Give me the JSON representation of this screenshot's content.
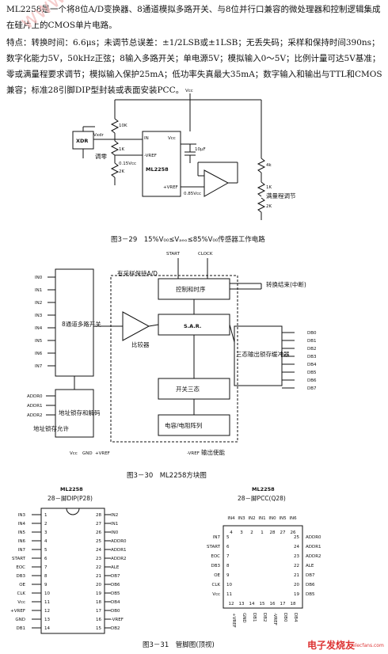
{
  "text": {
    "p1": "ML2258是一个将8位A/D变换器、8通道模拟多路开关、与8位并行口兼容的微处理器和控制逻辑集成在硅片上的CMOS单片电路。",
    "p2": "特点：转换时间：6.6μs；未调节总误差：±1/2LSB或±1LSB；无丢失码；采样和保持时间390ns；数字化能力5V，50kHz正弦；8输入多路开关；单电源5V；模拟输入0～5V；比例计量可达5V基准；零或满量程要求调节；模拟输入保护25mA；低功率失真最大35mA；数字输入和输出与TTL和CMOS兼容；标准28引脚DIP型封装或表面安装PCC。"
  },
  "fig29": {
    "caption": "图3－29　15%V₀₀≤Vₐₑₒ≤85%V₀₀传感器工作电路",
    "vcc": "Vcc",
    "xdr": "XDR",
    "vxdr": "Vxdr",
    "in": "IN",
    "vref_pos": "+VREF",
    "vref_neg": "-VREF",
    "vcc_pin": "Vcc",
    "chip": "ML2258",
    "r10k": "10K",
    "r1k": "1K",
    "r2k": "2K",
    "r4k": "4k",
    "r1k_b": "1K",
    "r2k_b": "2K",
    "zero_adj": "调零",
    "cap": "10μF",
    "v015": "0.15Vcc",
    "v085": "0.85Vcc",
    "full_adj": "满量程调节"
  },
  "fig30": {
    "caption": "图3－30　ML2258方块图",
    "inputs": [
      "IN0",
      "IN1",
      "IN2",
      "IN3",
      "IN4",
      "IN5",
      "IN6",
      "IN7"
    ],
    "addr": [
      "ADDR0",
      "ADDR1",
      "ADDR2"
    ],
    "addr_enable": "地址锁存允许",
    "mux": "8通道多路开关",
    "latch": "地址锁存和解码",
    "sh": "有采样保持A/D",
    "start": "START",
    "clock": "CLOCK",
    "control": "控制和时序",
    "eoc": "转换结束(中断)",
    "comparator": "比较器",
    "sar": "S.A.R.",
    "tristate": "三态输出锁存缓冲器",
    "switch": "开关三态",
    "ladder": "电容/电阻阵列",
    "outputs": [
      "DB0",
      "DB1",
      "DB2",
      "DB3",
      "DB4",
      "DB5",
      "DB6",
      "DB7"
    ],
    "vcc": "Vcc",
    "gnd": "GND",
    "vref_pos": "+VREF",
    "vref_neg": "-VREF",
    "out_enable": "输出使能"
  },
  "fig31": {
    "caption": "图3－31　管脚图(顶视)",
    "dip_title": "ML2258",
    "dip_sub": "28－脚DIP(P28)",
    "dip_left": [
      "IN3",
      "IN4",
      "IN5",
      "IN6",
      "IN7",
      "START",
      "EOC",
      "DB3",
      "OE",
      "CLK",
      "Vcc",
      "+VREF",
      "GND",
      "DB1"
    ],
    "dip_right": [
      "IN2",
      "IN1",
      "IN0",
      "ADDR0",
      "ADDR1",
      "ADDR2",
      "ALE",
      "DB7",
      "DB6",
      "DB5",
      "DB4",
      "DB0",
      "-VREF",
      "DB2"
    ],
    "pcc_title": "ML2258",
    "pcc_sub": "28－脚PCC(Q28)",
    "pcc_top": [
      "IN4",
      "IN3",
      "IN2",
      "IN1",
      "IN0",
      "IN5",
      "IN6"
    ],
    "pcc_top_nums": [
      "4",
      "3",
      "2",
      "1",
      "28",
      "27",
      "26"
    ],
    "pcc_left": [
      "IN7",
      "START",
      "EOC",
      "DB3",
      "OE",
      "CLK",
      "Vcc"
    ],
    "pcc_left_nums": [
      "5",
      "6",
      "7",
      "8",
      "9",
      "10",
      "11"
    ],
    "pcc_right": [
      "ADDR0",
      "ADDR1",
      "ADDR2",
      "ALE",
      "DB7",
      "DB6",
      "DB5"
    ],
    "pcc_right_nums": [
      "25",
      "24",
      "23",
      "22",
      "21",
      "20",
      "19"
    ],
    "pcc_bottom": [
      "+VREF",
      "GND",
      "DB1",
      "DB2",
      "-VREF",
      "DB0",
      "DB4"
    ],
    "pcc_bottom_nums": [
      "12",
      "13",
      "14",
      "15",
      "16",
      "17",
      "18"
    ]
  },
  "watermark": "www.elecfans.com",
  "logo": "电子发烧友",
  "logo_url": "elecfans.com"
}
